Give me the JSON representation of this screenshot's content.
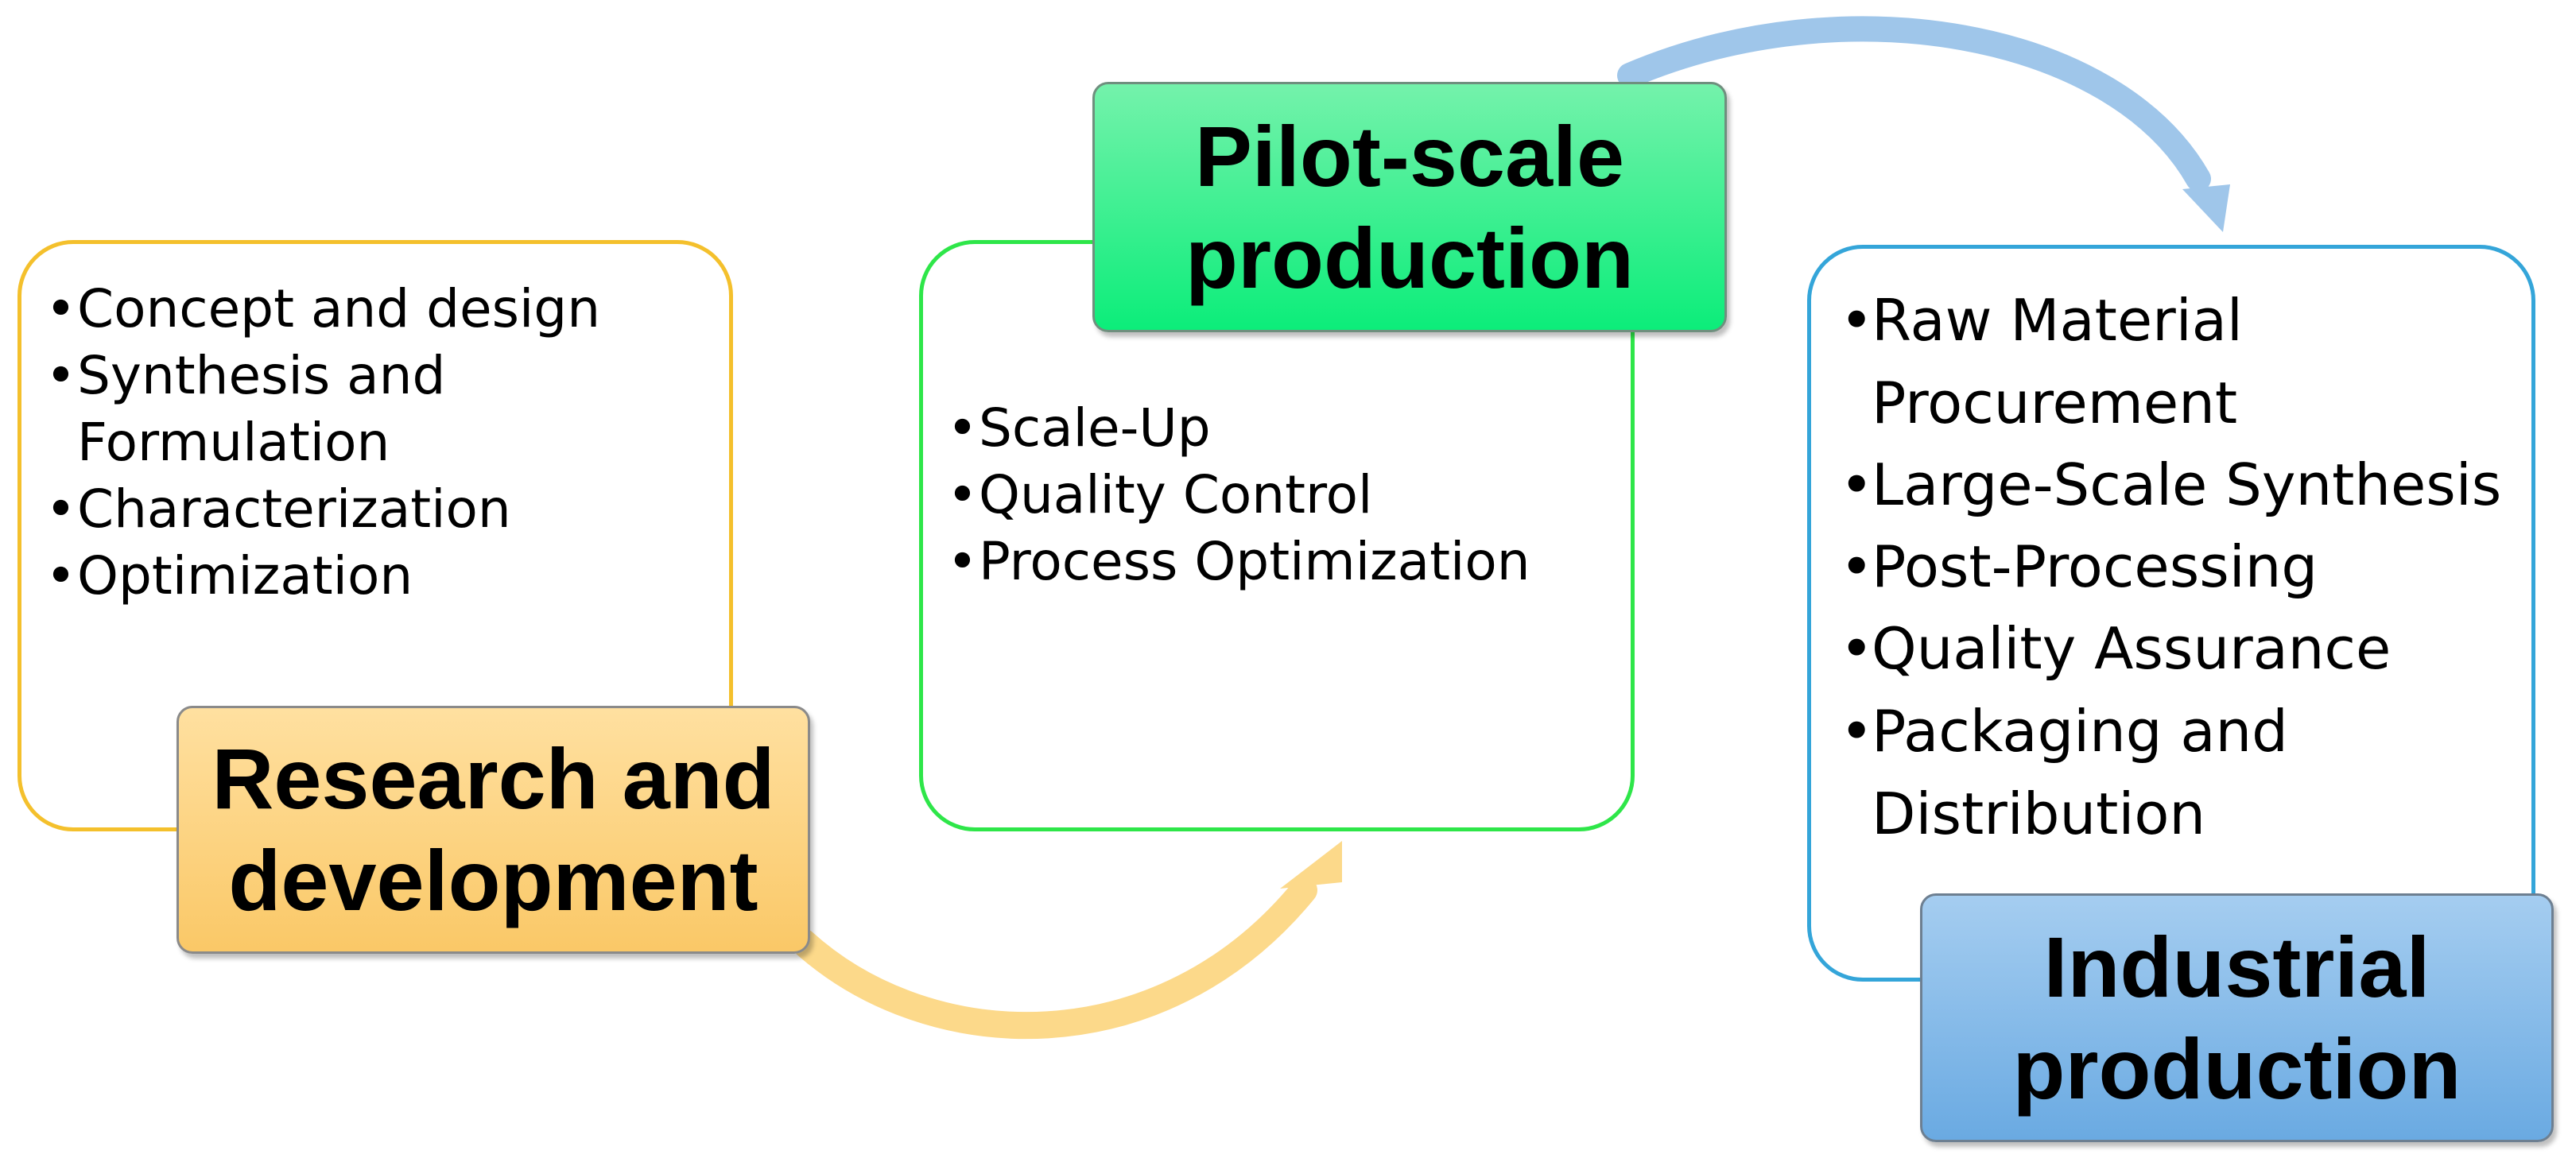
{
  "stages": [
    {
      "title_line1": "Research and",
      "title_line2": "development",
      "items": [
        "Concept and design",
        "Synthesis and Formulation",
        "Characterization",
        "Optimization"
      ]
    },
    {
      "title_line1": "Pilot-scale",
      "title_line2": "production",
      "items": [
        "Scale-Up",
        "Quality Control",
        "Process Optimization"
      ]
    },
    {
      "title_line1": "Industrial",
      "title_line2": "production",
      "items": [
        "Raw Material Procurement",
        "Large-Scale Synthesis",
        "Post-Processing",
        "Quality Assurance",
        "Packaging and Distribution"
      ]
    }
  ],
  "colors": {
    "stage1_border": "#f4c02c",
    "stage1_fill": "#fac867",
    "stage2_border": "#2ee649",
    "stage2_fill": "#0ced7a",
    "stage3_border": "#34a5d9",
    "stage3_fill": "#6aaae2",
    "arrow1": "#fcd98a",
    "arrow2": "#9fc6ea"
  }
}
